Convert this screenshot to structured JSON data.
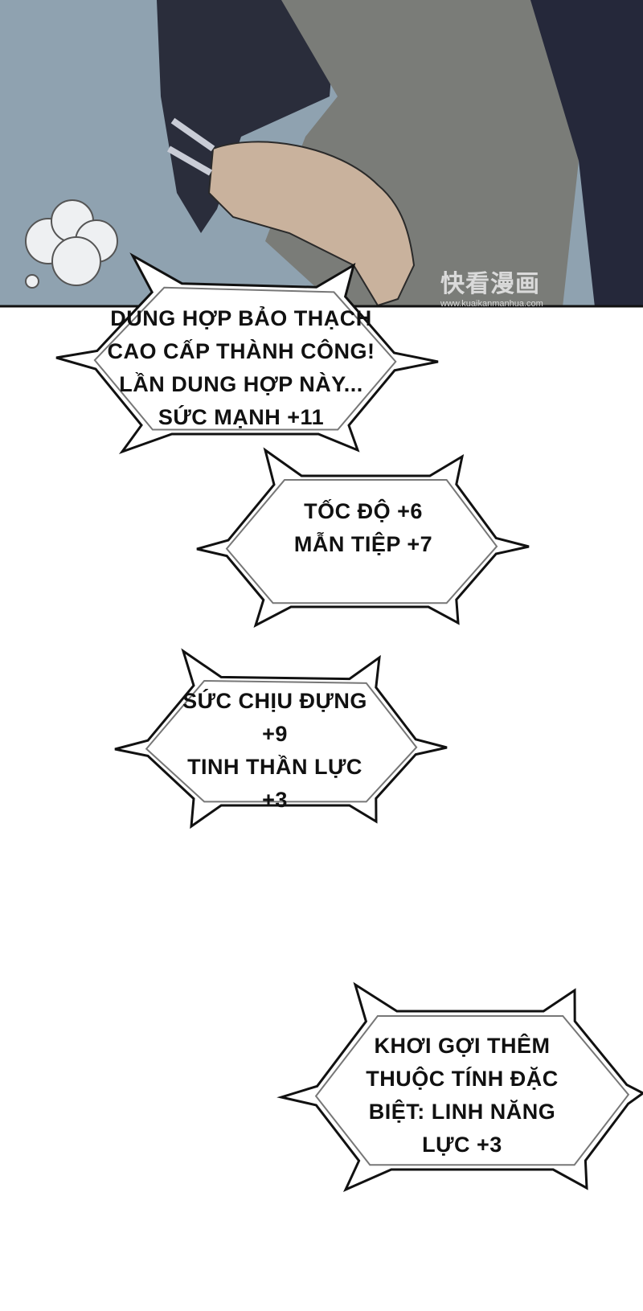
{
  "panel": {
    "colors": {
      "background": "#8fa2b0",
      "sleeve": "#2a2d3b",
      "shirt": "#7a7c78",
      "skin": "#c9b29d"
    },
    "watermark": {
      "text": "快看漫画",
      "url": "www.kuaikanmanhua.com"
    }
  },
  "bubbles": [
    {
      "lines": [
        "DUNG HỢP BẢO THẠCH",
        "CAO CẤP THÀNH CÔNG!",
        "LẦN DUNG HỢP NÀY...",
        "SỨC MẠNH +11"
      ]
    },
    {
      "lines": [
        "TỐC ĐỘ +6",
        "MẪN TIỆP +7"
      ]
    },
    {
      "lines": [
        "SỨC CHỊU ĐỰNG",
        "+9",
        "TINH THẦN LỰC",
        "+3"
      ]
    },
    {
      "lines": [
        "KHƠI GỢI THÊM",
        "THUỘC TÍNH ĐẶC",
        "BIỆT: LINH NĂNG",
        "LỰC +3"
      ]
    }
  ]
}
